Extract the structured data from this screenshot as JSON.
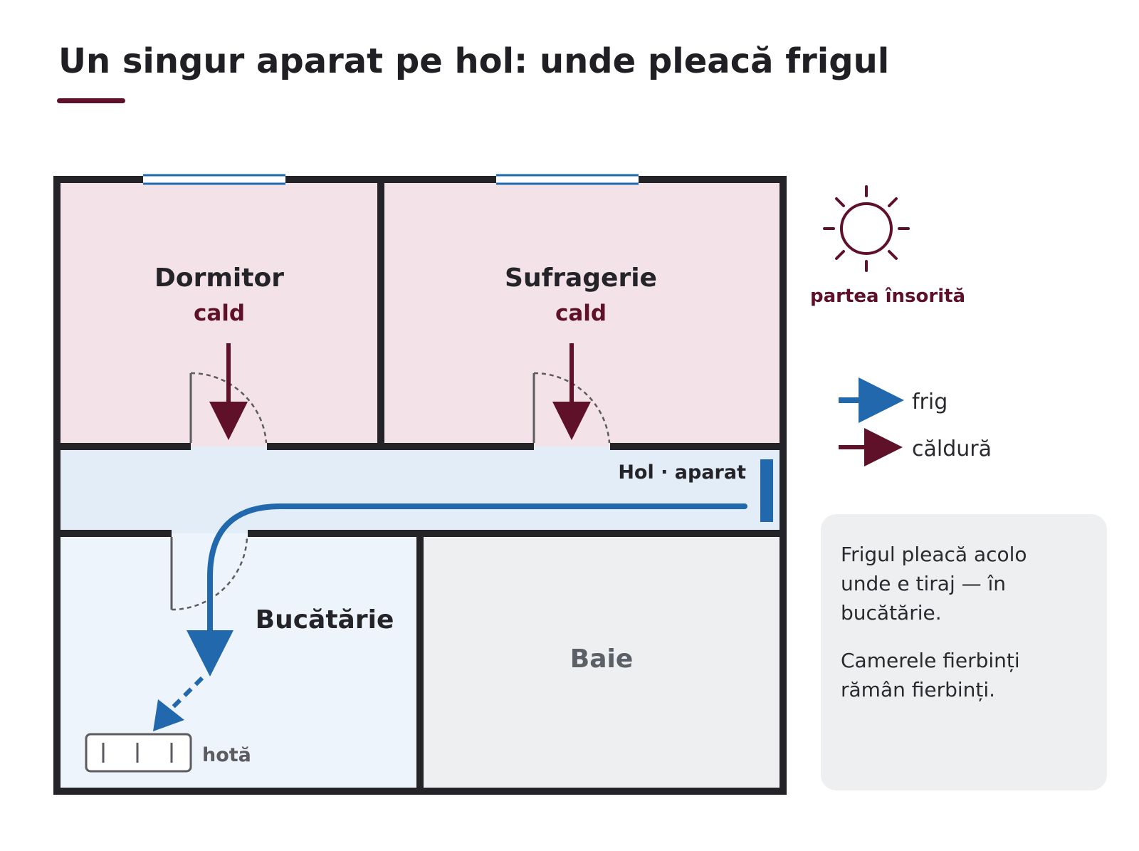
{
  "title": "Un singur aparat pe hol: unde pleacă frigul",
  "rooms": {
    "bedroom": {
      "name": "Dormitor",
      "state": "cald"
    },
    "living": {
      "name": "Sufragerie",
      "state": "cald"
    },
    "hallway": {
      "label": "Hol · aparat"
    },
    "kitchen": {
      "name": "Bucătărie",
      "hood_label": "hotă"
    },
    "bathroom": {
      "name": "Baie"
    }
  },
  "sun": {
    "label": "partea însorită",
    "icon": "sun-icon"
  },
  "legend": {
    "cold": {
      "label": "frig",
      "color": "#2168ad"
    },
    "heat": {
      "label": "căldură",
      "color": "#5e1128"
    }
  },
  "note": {
    "lines_1": [
      "Frigul pleacă acolo",
      "unde e tiraj — în",
      "bucătărie."
    ],
    "lines_2": [
      "Camerele fierbinți",
      "rămân fierbinți."
    ]
  },
  "colors": {
    "wall": "#232328",
    "warm_room": "#f3e3e8",
    "hallway": "#e3edf7",
    "kitchen": "#edf4fb",
    "bathroom": "#eeeff1",
    "cold": "#2168ad",
    "heat": "#5e1128",
    "window": "#2168ad"
  }
}
